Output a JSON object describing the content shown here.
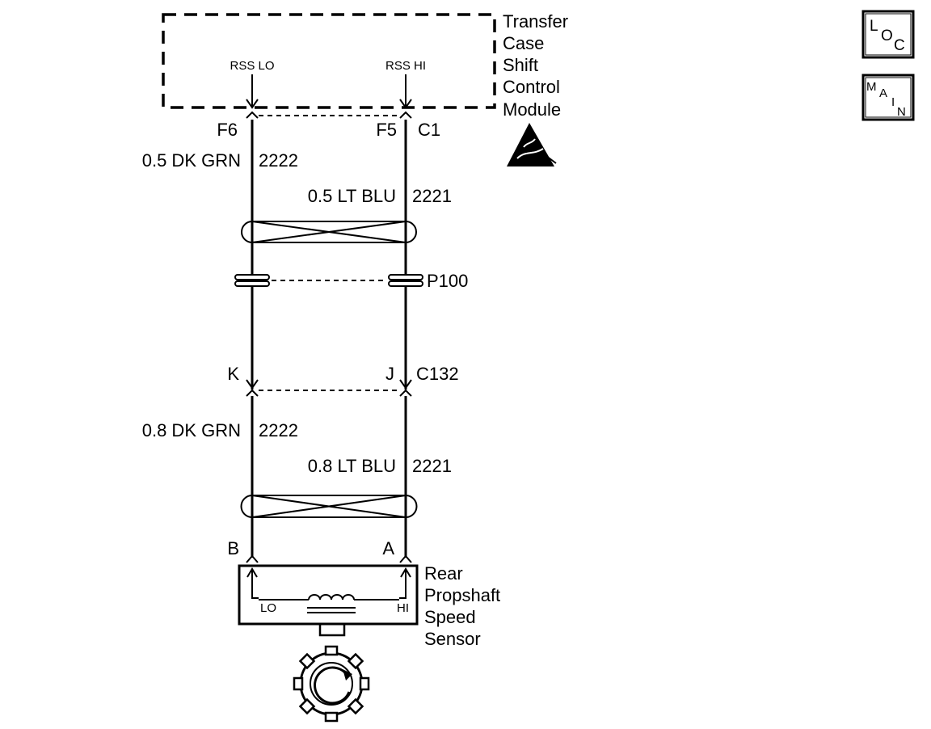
{
  "module": {
    "name_lines": [
      "Transfer",
      "Case",
      "Shift",
      "Control",
      "Module"
    ],
    "pin_lo_label": "RSS LO",
    "pin_hi_label": "RSS HI"
  },
  "connector_c1": {
    "pin_left": "F6",
    "pin_right": "F5",
    "name": "C1"
  },
  "wires_upper": {
    "left": {
      "gauge_color": "0.5 DK GRN",
      "circuit": "2222"
    },
    "right": {
      "gauge_color": "0.5 LT BLU",
      "circuit": "2221"
    }
  },
  "connector_p100": {
    "name": "P100"
  },
  "connector_c132": {
    "pin_left": "K",
    "pin_right": "J",
    "name": "C132"
  },
  "wires_lower": {
    "left": {
      "gauge_color": "0.8 DK GRN",
      "circuit": "2222"
    },
    "right": {
      "gauge_color": "0.8 LT BLU",
      "circuit": "2221"
    }
  },
  "sensor": {
    "pin_left": "B",
    "pin_right": "A",
    "lo_label": "LO",
    "hi_label": "HI",
    "name_lines": [
      "Rear",
      "Propshaft",
      "Speed",
      "Sensor"
    ]
  },
  "icons": {
    "loc": {
      "letters": [
        "L",
        "O",
        "C"
      ],
      "name": "loc-icon"
    },
    "main": {
      "letters": [
        "M",
        "A",
        "I",
        "N"
      ],
      "name": "main-icon"
    },
    "esd": {
      "name": "esd-warning-icon"
    }
  }
}
